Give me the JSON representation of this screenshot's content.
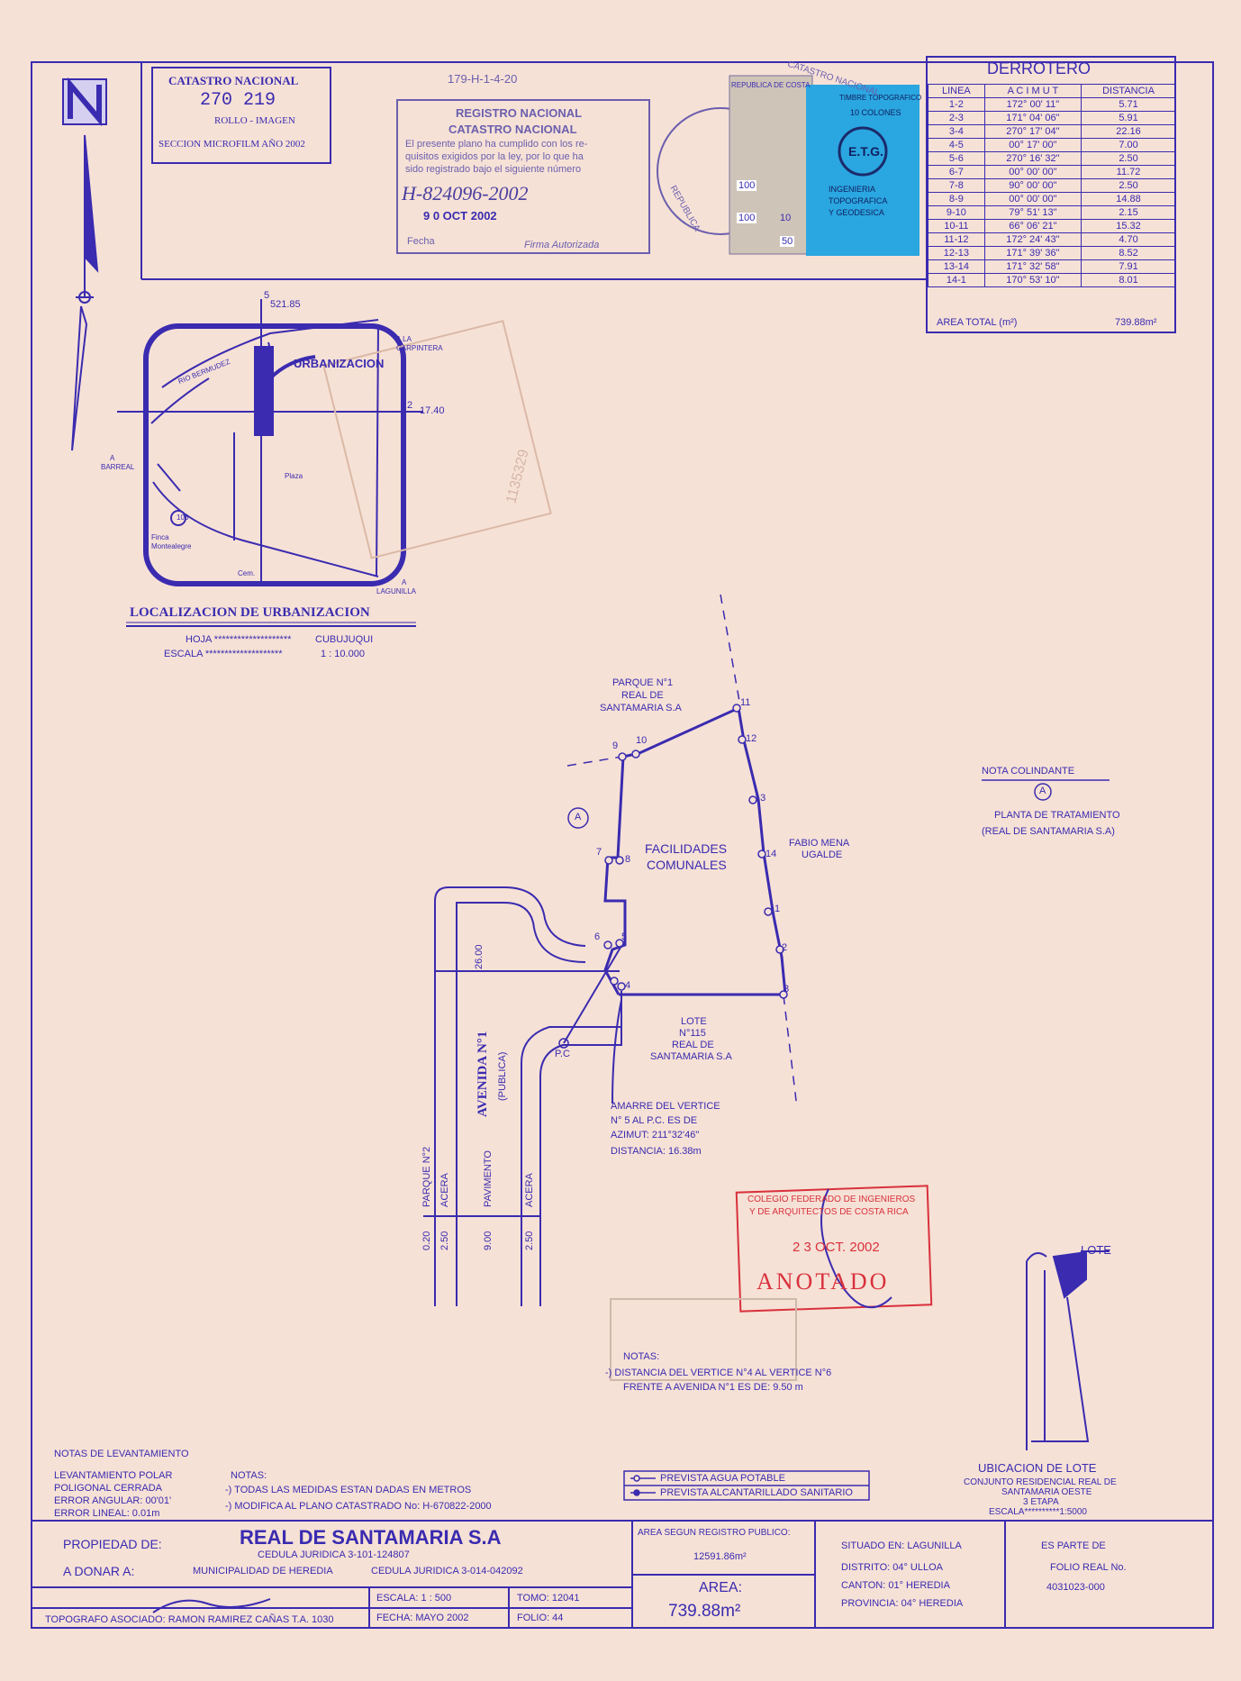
{
  "catastro_box": {
    "title": "CATASTRO NACIONAL",
    "number": "270 219",
    "rollo": "ROLLO - IMAGEN",
    "seccion": "SECCION MICROFILM AÑO 2002"
  },
  "top_code": "179-H-1-4-20",
  "registro_stamp": {
    "line1": "REGISTRO NACIONAL",
    "line2": "CATASTRO NACIONAL",
    "text1": "El presente plano ha cumplido con los re-",
    "text2": "quisitos exigidos por la ley, por lo que ha",
    "text3": "sido registrado bajo el siguiente número",
    "number": "H-824096-2002",
    "date": "9 0 OCT 2002",
    "fecha": "Fecha",
    "firma": "Firma Autorizada"
  },
  "timbres": {
    "republica": "REPUBLICA DE COSTA",
    "timbre": "TIMBRE TOPOGRAFICO",
    "colones": "10 COLONES",
    "stamp_values": [
      "100",
      "100",
      "10",
      "50"
    ],
    "etg": "E.T.G.",
    "ingenieria1": "INGENIERIA",
    "ingenieria2": "TOPOGRAFICA",
    "ingenieria3": "Y GEODESICA",
    "catastro_seal": "CATASTRO NACIONAL",
    "republica_seal": "REPUBLICA"
  },
  "derrotero": {
    "title": "DERROTERO",
    "headers": [
      "LINEA",
      "A C I M U T",
      "DISTANCIA"
    ],
    "rows": [
      [
        "1-2",
        "172° 00' 11\"",
        "5.71"
      ],
      [
        "2-3",
        "171° 04' 06\"",
        "5.91"
      ],
      [
        "3-4",
        "270° 17' 04\"",
        "22.16"
      ],
      [
        "4-5",
        "00° 17' 00\"",
        "7.00"
      ],
      [
        "5-6",
        "270° 16' 32\"",
        "2.50"
      ],
      [
        "6-7",
        "00° 00' 00\"",
        "11.72"
      ],
      [
        "7-8",
        "90° 00' 00\"",
        "2.50"
      ],
      [
        "8-9",
        "00° 00' 00\"",
        "14.88"
      ],
      [
        "9-10",
        "79° 51' 13\"",
        "2.15"
      ],
      [
        "10-11",
        "66° 06' 21\"",
        "15.32"
      ],
      [
        "11-12",
        "172° 24' 43\"",
        "4.70"
      ],
      [
        "12-13",
        "171° 39' 36\"",
        "8.52"
      ],
      [
        "13-14",
        "171° 32' 58\"",
        "7.91"
      ],
      [
        "14-1",
        "170° 53' 10\"",
        "8.01"
      ]
    ],
    "area_label": "AREA TOTAL (m²)",
    "area_value": "739.88m²"
  },
  "localizacion": {
    "coord_top": "521.85",
    "coord_right": "17.40",
    "num_top": "5",
    "num_right": "2",
    "urbanizacion": "URBANIZACION",
    "rio": "RIO BERMUDEZ",
    "carpintera1": "A LA",
    "carpintera2": "CARPINTERA",
    "barreal1": "A",
    "barreal2": "BARREAL",
    "plaza": "Plaza",
    "finca1": "Finca",
    "finca2": "Montealegre",
    "cem": "Cem.",
    "lagunilla1": "A",
    "lagunilla2": "LAGUNILLA",
    "road_num": "106",
    "title": "LOCALIZACION DE URBANIZACION",
    "hoja_label": "HOJA ********************",
    "hoja_value": "CUBUJUQUI",
    "escala_label": "ESCALA ********************",
    "escala_value": "1 : 10.000"
  },
  "faint_stamp": "1135329",
  "plan": {
    "parque1_1": "PARQUE N°1",
    "parque1_2": "REAL DE",
    "parque1_3": "SANTAMARIA S.A",
    "facilidades1": "FACILIDADES",
    "facilidades2": "COMUNALES",
    "fabio1": "FABIO MENA",
    "fabio2": "UGALDE",
    "lote1": "LOTE",
    "lote2": "N°115",
    "lote3": "REAL DE",
    "lote4": "SANTAMARIA S.A",
    "circle_a": "A",
    "pc": "P.C",
    "vertices": [
      "1",
      "2",
      "3",
      "4",
      "5",
      "6",
      "7",
      "8",
      "9",
      "10",
      "11",
      "12",
      "13",
      "14"
    ],
    "amarre1": "AMARRE DEL VERTICE",
    "amarre2": "N° 5  AL P.C. ES DE",
    "amarre3": "AZIMUT: 211°32'46\"",
    "amarre4": "DISTANCIA: 16.38m",
    "dim_26": "26.00",
    "avenida": "AVENIDA N°1",
    "publica": "(PUBLICA)",
    "parque2": "PARQUE N°2",
    "acera1": "ACERA",
    "pavimento": "PAVIMENTO",
    "acera2": "ACERA",
    "dim_020": "0.20",
    "dim_250a": "2.50",
    "dim_900": "9.00",
    "dim_250b": "2.50"
  },
  "nota_colindante": {
    "title": "NOTA  COLINDANTE",
    "circle": "A",
    "line1": "PLANTA DE TRATAMIENTO",
    "line2": "(REAL  DE  SANTAMARIA S.A)"
  },
  "colegio_stamp": {
    "line1": "COLEGIO FEDERADO DE INGENIEROS",
    "line2": "Y DE ARQUITECTOS DE COSTA RICA",
    "date": "2 3 OCT. 2002",
    "anotado": "ANOTADO"
  },
  "notas_plan": {
    "title": "NOTAS:",
    "line1": "-) DISTANCIA DEL VERTICE N°4 AL VERTICE N°6",
    "line2": "FRENTE A AVENIDA N°1 ES DE: 9.50 m"
  },
  "ubicacion": {
    "lote": "LOTE",
    "title": "UBICACION DE LOTE",
    "line1": "CONJUNTO RESIDENCIAL REAL DE",
    "line2": "SANTAMARIA OESTE",
    "line3": "3 ETAPA",
    "escala": "ESCALA**********1:5000"
  },
  "notas_levantamiento": {
    "title": "NOTAS DE LEVANTAMIENTO",
    "l1": "LEVANTAMIENTO POLAR",
    "l2": "POLIGONAL CERRADA",
    "l3": "ERROR ANGULAR: 00'01'",
    "l4": "ERROR LINEAL: 0.01m",
    "notas": "NOTAS:",
    "n1": "-) TODAS LAS MEDIDAS ESTAN DADAS EN METROS",
    "n2": "-) MODIFICA AL PLANO CATASTRADO No: H-670822-2000"
  },
  "legend": {
    "agua": "PREVISTA AGUA POTABLE",
    "alcantarillado": "PREVISTA ALCANTARILLADO SANITARIO"
  },
  "titleblock": {
    "propiedad_label": "PROPIEDAD DE:",
    "propiedad": "REAL DE SANTAMARIA S.A",
    "cedula1": "CEDULA JURIDICA   3-101-124807",
    "donar_label": "A DONAR A:",
    "donar": "MUNICIPALIDAD DE HEREDIA",
    "cedula2": "CEDULA JURIDICA   3-014-042092",
    "topografo": "TOPOGRAFO ASOCIADO: RAMON RAMIREZ CAÑAS  T.A. 1030",
    "escala": "ESCALA:   1 : 500",
    "fecha": "FECHA: MAYO 2002",
    "tomo": "TOMO:  12041",
    "folio": "FOLIO:   44",
    "area_reg_label": "AREA SEGUN REGISTRO PUBLICO:",
    "area_reg": "12591.86m²",
    "area_label": "AREA:",
    "area": "739.88m²",
    "situado": "SITUADO EN:   LAGUNILLA",
    "distrito": "DISTRITO:   04° ULLOA",
    "canton": "CANTON:     01° HEREDIA",
    "provincia": "PROVINCIA: 04° HEREDIA",
    "parte": "ES PARTE DE",
    "folio_real": "FOLIO REAL No.",
    "folio_real_num": "4031023-000"
  },
  "colors": {
    "ink": "#3a2bb0",
    "paper": "#f6e1d6",
    "stamp_red": "#d9313d",
    "stamp_blue": "#2aa6e0"
  }
}
